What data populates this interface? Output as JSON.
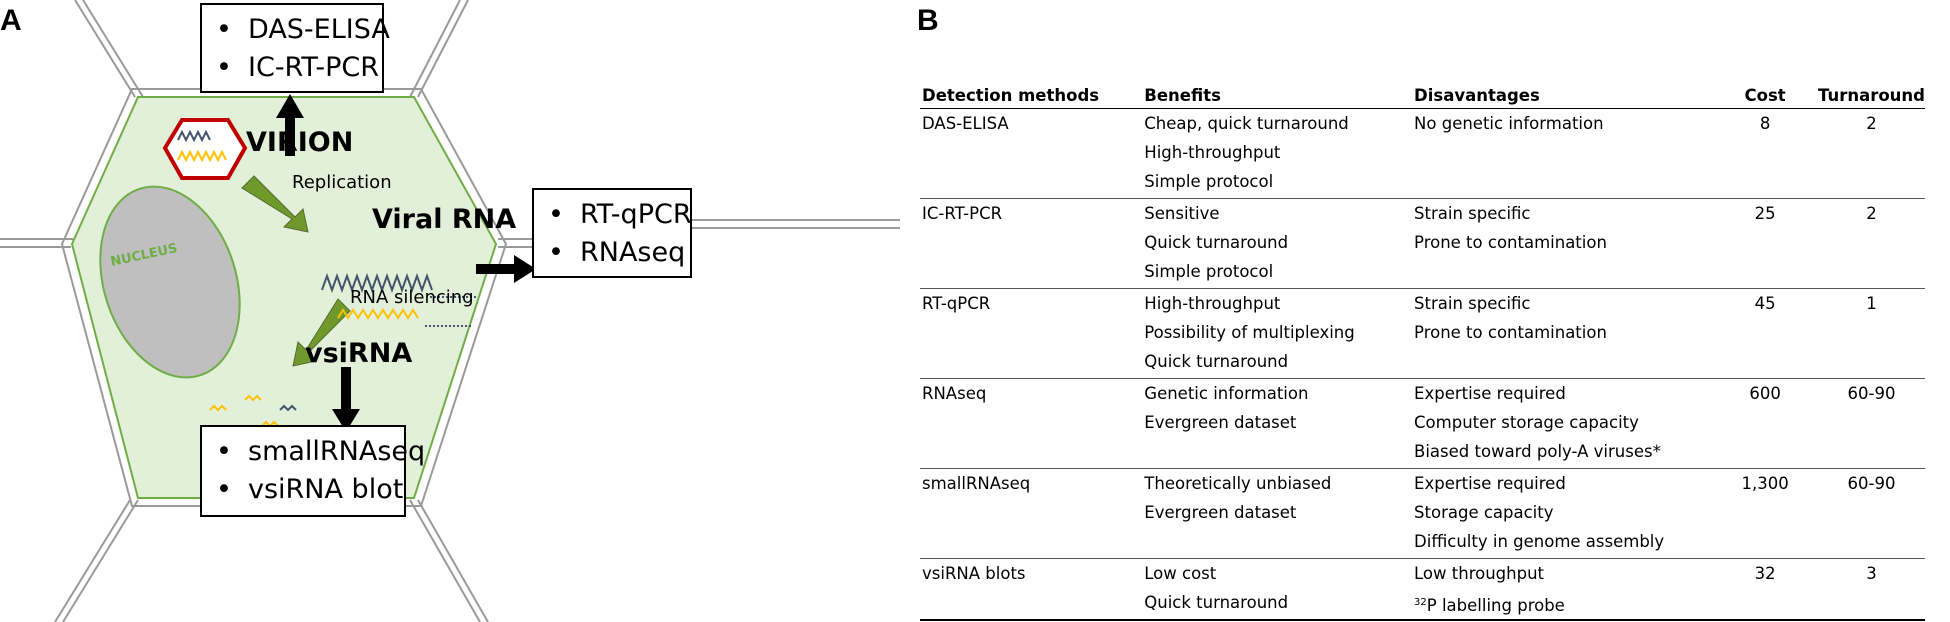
{
  "panel_a": {
    "letter": "A",
    "top_box": [
      "DAS-ELISA",
      "IC-RT-PCR"
    ],
    "right_box": [
      "RT-qPCR",
      "RNAseq"
    ],
    "bottom_box": [
      "smallRNAseq",
      "vsiRNA blot"
    ],
    "virion_label": "VIRION",
    "replication_label": "Replication",
    "viral_rna_label": "Viral RNA",
    "rna_silencing_label": "RNA silencing",
    "vsirna_label": "vsiRNA",
    "nucleus_label": "NUCLEUS",
    "colors": {
      "cell_fill": "#e2efd9",
      "cell_border": "#70ad47",
      "nucleus_fill": "#bfbfbf",
      "arrow_green": "#6f9a2b",
      "virion_outline": "#c00000",
      "rna_blue": "#44546a",
      "rna_yellow": "#ffc000",
      "nucleus_text": "#70ad47"
    }
  },
  "panel_b": {
    "letter": "B",
    "headers": [
      "Detection methods",
      "Benefits",
      "Disavantages",
      "Cost",
      "Turnaround"
    ],
    "rows": [
      {
        "method": "DAS-ELISA",
        "benefits": [
          "Cheap, quick turnaround",
          "High-throughput",
          "Simple protocol"
        ],
        "disadvantages": [
          "No genetic information"
        ],
        "cost": "8",
        "turnaround": "2"
      },
      {
        "method": "IC-RT-PCR",
        "benefits": [
          "Sensitive",
          "Quick turnaround",
          "Simple protocol"
        ],
        "disadvantages": [
          "Strain specific",
          "Prone to contamination"
        ],
        "cost": "25",
        "turnaround": "2"
      },
      {
        "method": "RT-qPCR",
        "benefits": [
          "High-throughput",
          "Possibility of multiplexing",
          "Quick turnaround"
        ],
        "disadvantages": [
          "Strain specific",
          "Prone to contamination"
        ],
        "cost": "45",
        "turnaround": "1"
      },
      {
        "method": "RNAseq",
        "benefits": [
          "Genetic information",
          "Evergreen dataset"
        ],
        "disadvantages": [
          "Expertise required",
          "Computer storage capacity",
          "Biased toward poly-A viruses*"
        ],
        "cost": "600",
        "turnaround": "60-90"
      },
      {
        "method": "smallRNAseq",
        "benefits": [
          "Theoretically unbiased",
          "Evergreen dataset"
        ],
        "disadvantages": [
          "Expertise required",
          "Storage capacity",
          "Difficulty in genome assembly"
        ],
        "cost": "1,300",
        "turnaround": "60-90"
      },
      {
        "method": "vsiRNA blots",
        "benefits": [
          "Low cost",
          "Quick turnaround"
        ],
        "disadvantages": [
          "Low throughput",
          "labelling probe"
        ],
        "cost": "32",
        "turnaround": "3"
      }
    ],
    "superscript": "32P"
  }
}
